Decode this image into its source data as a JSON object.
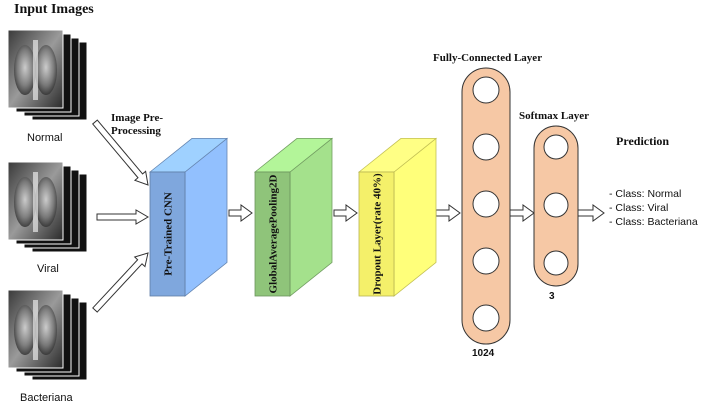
{
  "input": {
    "title": "Input Images",
    "images": [
      {
        "label": "Normal"
      },
      {
        "label": "Viral"
      },
      {
        "label": "Bacteriana"
      }
    ],
    "preprocess_label_line1": "Image Pre-",
    "preprocess_label_line2": "Processing"
  },
  "blocks": {
    "cnn": {
      "label": "Pre-Trained CNN",
      "color": "#7fa7dd"
    },
    "pooling": {
      "label": "GlobalAveragePooling2D",
      "color": "#8fc47a"
    },
    "dropout": {
      "label": "Dropout Layer(rate 40%)",
      "color": "#f4f06a"
    }
  },
  "fc": {
    "title": "Fully-Connected Layer",
    "units": "1024",
    "color": "#f6c8a5",
    "node_count": 5
  },
  "softmax": {
    "title": "Softmax Layer",
    "units": "3",
    "color": "#f6c8a5",
    "node_count": 3
  },
  "prediction": {
    "title": "Prediction",
    "classes": [
      "-   Class: Normal",
      "-   Class: Viral",
      "-   Class: Bacteriana"
    ]
  }
}
